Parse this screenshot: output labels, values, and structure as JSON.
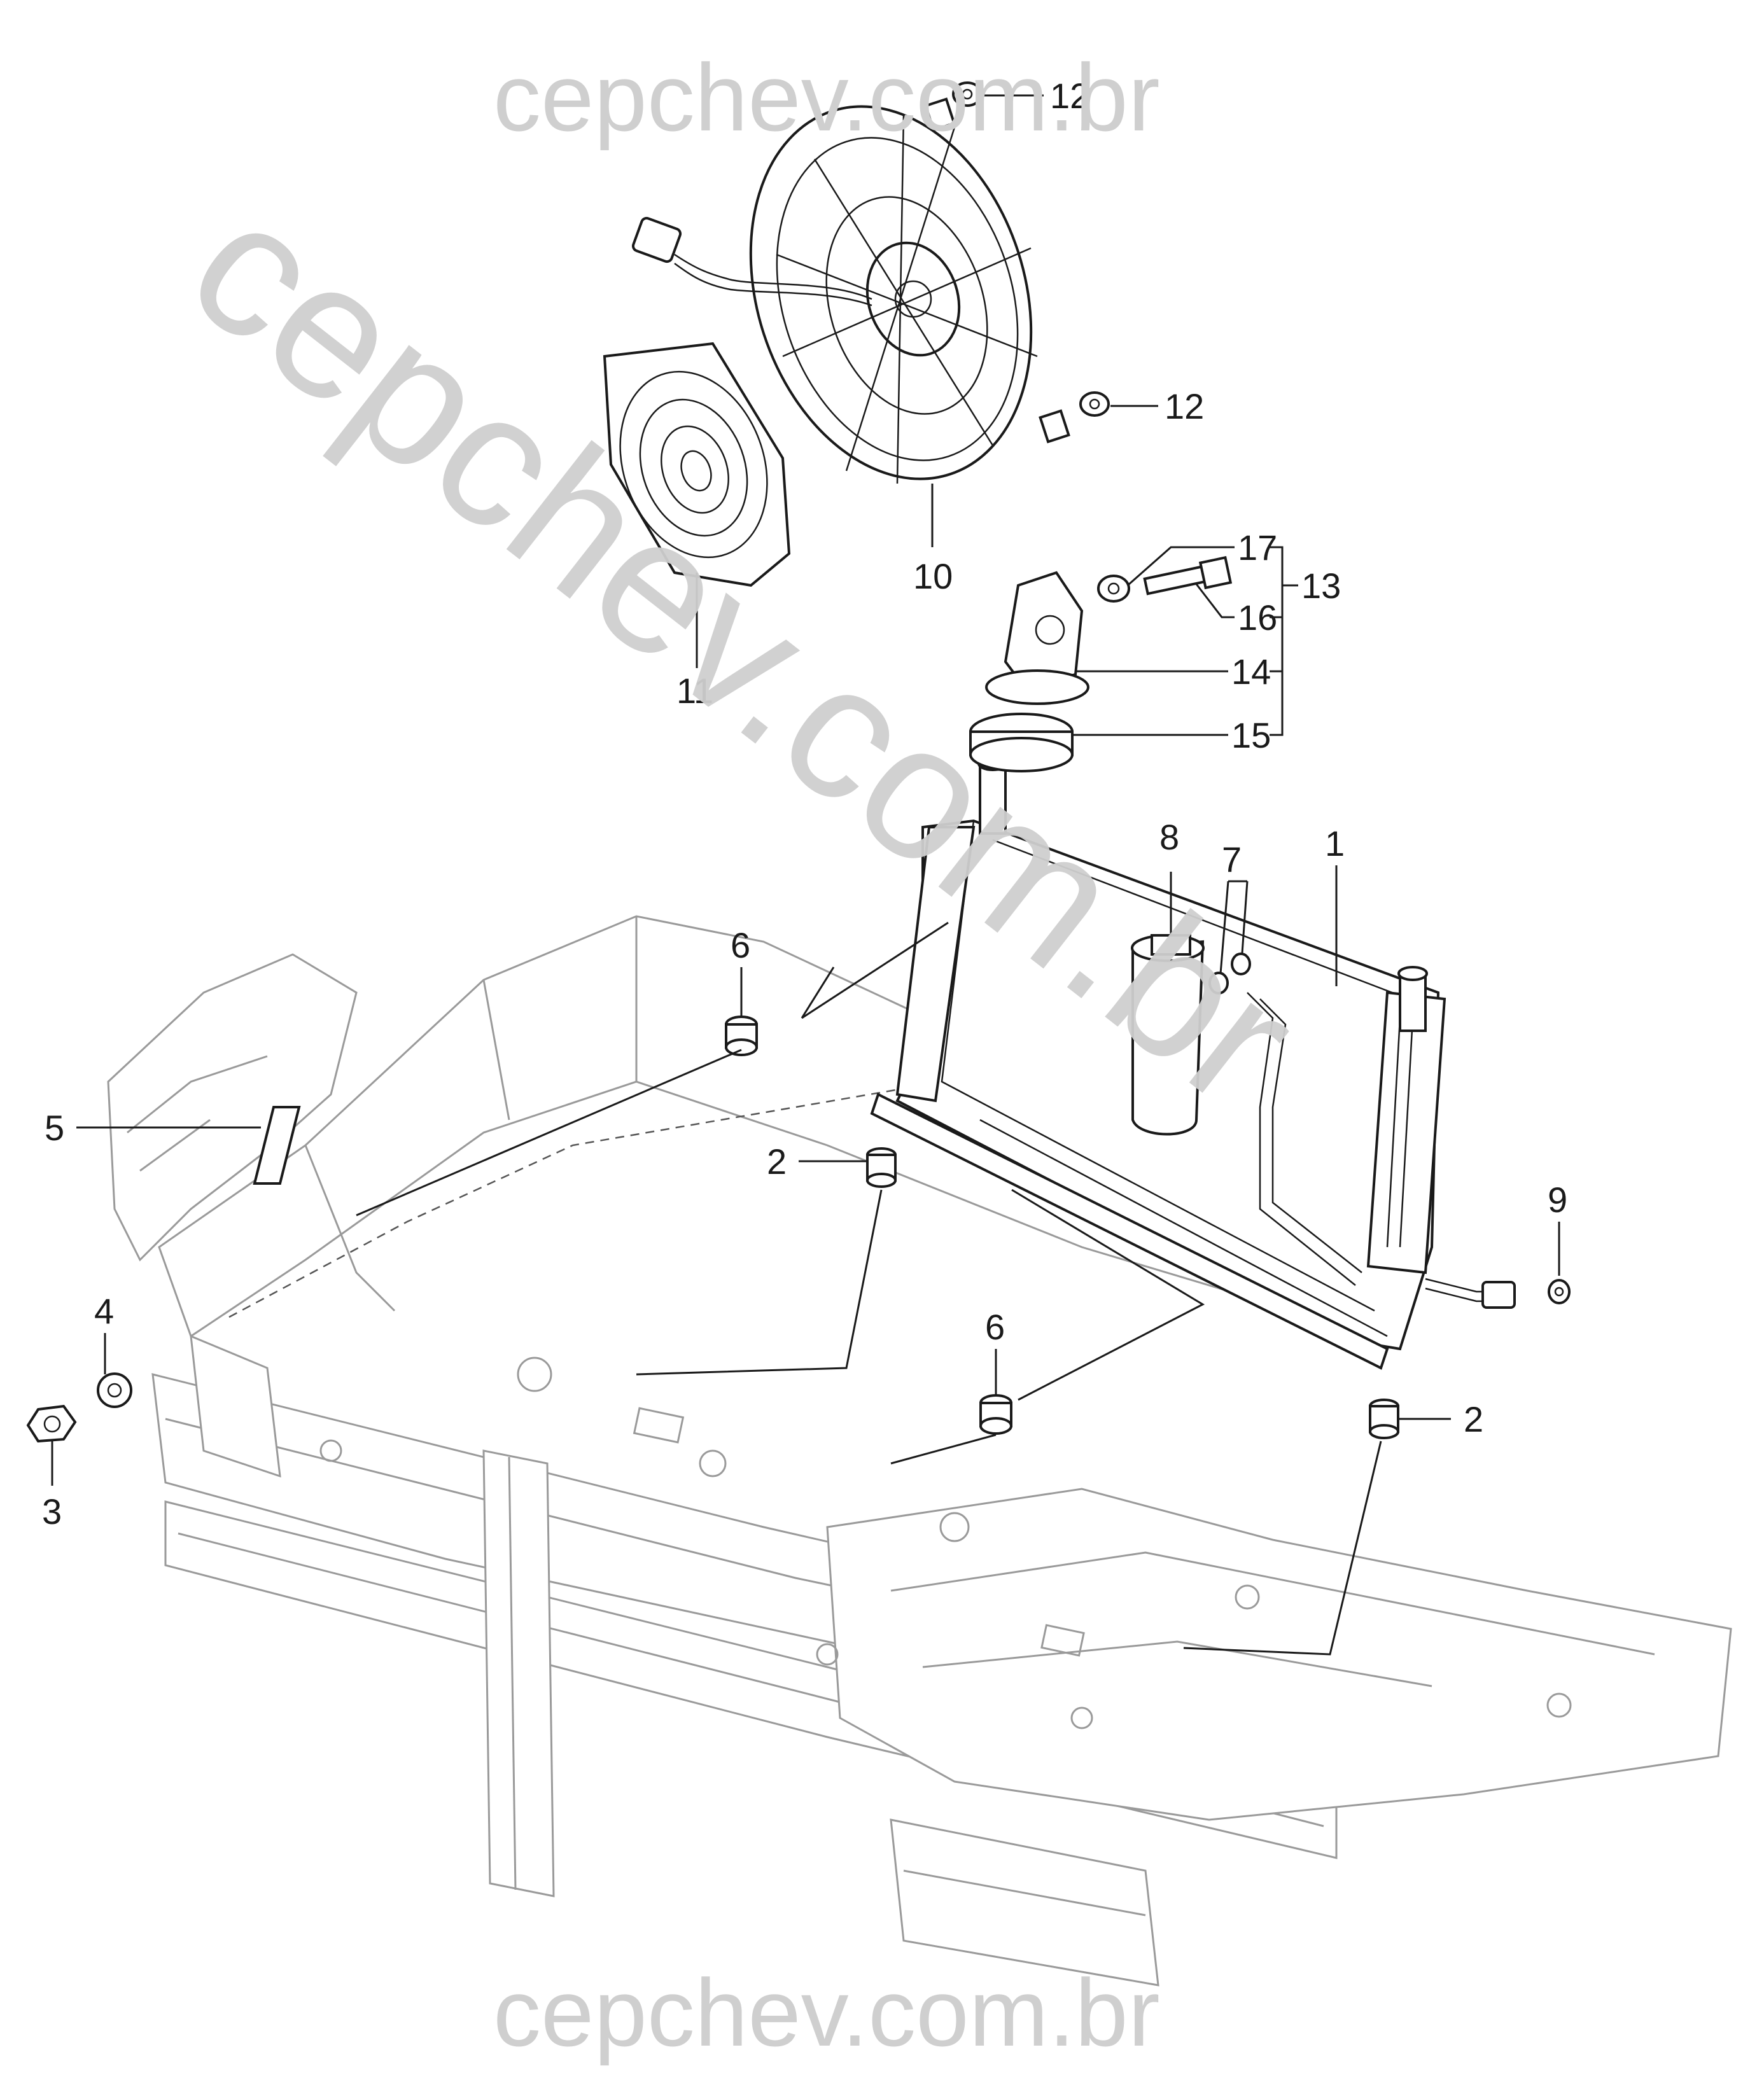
{
  "watermarks": {
    "top": "cepchev.com.br",
    "diagonal": "cepchev.com.br",
    "bottom": "cepchev.com.br"
  },
  "callouts": {
    "c1": "1",
    "c2a": "2",
    "c2b": "2",
    "c3": "3",
    "c4": "4",
    "c5": "5",
    "c6a": "6",
    "c6b": "6",
    "c7": "7",
    "c8": "8",
    "c9": "9",
    "c10": "10",
    "c11": "11",
    "c12a": "12",
    "c12b": "12",
    "c13": "13",
    "c14": "14",
    "c15": "15",
    "c16": "16",
    "c17": "17"
  },
  "colors": {
    "ink": "#1a1a1a",
    "body_outline": "#9a9a9a",
    "watermark": "#cfcfcf"
  }
}
